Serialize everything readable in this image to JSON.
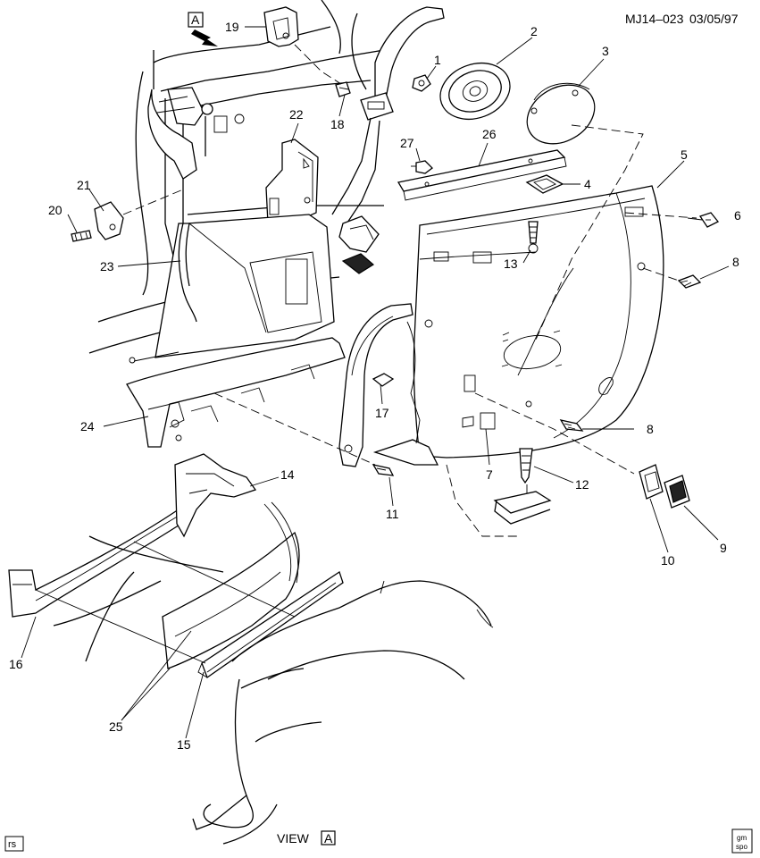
{
  "diagram": {
    "code": "MJ14–023",
    "date": "03/05/97",
    "view_label": "VIEW",
    "view_letter": "A",
    "arrow_letter": "A",
    "corner_left": "rs",
    "corner_right_top": "gm",
    "corner_right_bottom": "spo"
  },
  "callouts": [
    {
      "id": "c1",
      "label": "1"
    },
    {
      "id": "c2",
      "label": "2"
    },
    {
      "id": "c3",
      "label": "3"
    },
    {
      "id": "c4",
      "label": "4"
    },
    {
      "id": "c5",
      "label": "5"
    },
    {
      "id": "c6",
      "label": "6"
    },
    {
      "id": "c7",
      "label": "7"
    },
    {
      "id": "c8a",
      "label": "8"
    },
    {
      "id": "c8b",
      "label": "8"
    },
    {
      "id": "c9",
      "label": "9"
    },
    {
      "id": "c10",
      "label": "10"
    },
    {
      "id": "c11",
      "label": "11"
    },
    {
      "id": "c12",
      "label": "12"
    },
    {
      "id": "c13",
      "label": "13"
    },
    {
      "id": "c14",
      "label": "14"
    },
    {
      "id": "c15",
      "label": "15"
    },
    {
      "id": "c16",
      "label": "16"
    },
    {
      "id": "c17",
      "label": "17"
    },
    {
      "id": "c18",
      "label": "18"
    },
    {
      "id": "c19",
      "label": "19"
    },
    {
      "id": "c20",
      "label": "20"
    },
    {
      "id": "c21",
      "label": "21"
    },
    {
      "id": "c22",
      "label": "22"
    },
    {
      "id": "c23",
      "label": "23"
    },
    {
      "id": "c24",
      "label": "24"
    },
    {
      "id": "c25",
      "label": "25"
    },
    {
      "id": "c26",
      "label": "26"
    },
    {
      "id": "c27",
      "label": "27"
    }
  ]
}
